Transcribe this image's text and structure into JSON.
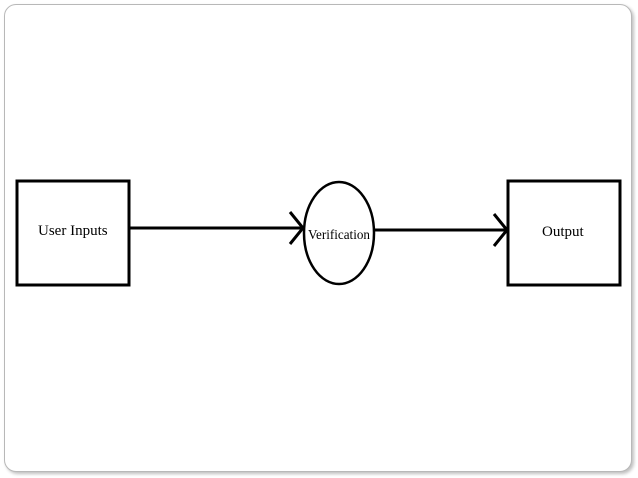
{
  "diagram": {
    "nodes": [
      {
        "id": "user-inputs",
        "shape": "rectangle",
        "label": "User Inputs"
      },
      {
        "id": "verification",
        "shape": "circle",
        "label": "Verification"
      },
      {
        "id": "output",
        "shape": "rectangle",
        "label": "Output"
      }
    ],
    "edges": [
      {
        "from": "user-inputs",
        "to": "verification",
        "directed": true
      },
      {
        "from": "verification",
        "to": "output",
        "directed": true
      }
    ],
    "colors": {
      "stroke": "#000000",
      "fill": "#ffffff",
      "frame_border": "#b8b8b8"
    }
  }
}
